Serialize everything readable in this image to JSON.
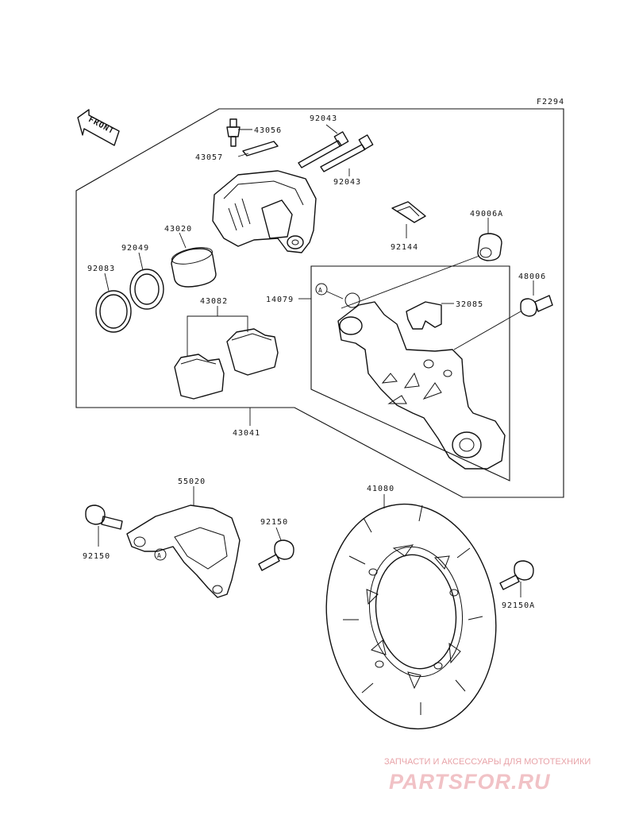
{
  "figure_code": "F2294",
  "front_label": "FRONT",
  "callout_a": "A",
  "parts": {
    "p43056": "43056",
    "p43057": "43057",
    "p92043_top": "92043",
    "p92043_bottom": "92043",
    "p92144": "92144",
    "p49006A": "49006A",
    "p48006": "48006",
    "p43020": "43020",
    "p92049": "92049",
    "p92083": "92083",
    "p43082": "43082",
    "p14079": "14079",
    "p32085": "32085",
    "p43041": "43041",
    "p55020": "55020",
    "p92150_left": "92150",
    "p92150_mid": "92150",
    "p41080": "41080",
    "p92150A": "92150A"
  },
  "watermark": {
    "subtitle": "ЗАПЧАСТИ И АКСЕССУАРЫ ДЛЯ МОТОТЕХНИКИ",
    "brand": "PARTSFOR.RU"
  }
}
